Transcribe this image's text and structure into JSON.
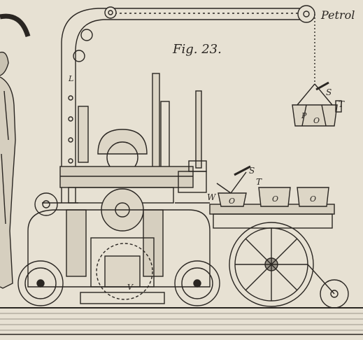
{
  "figure": {
    "title": "Fig. 23.",
    "labels": {
      "petroleum": "Petrol",
      "l": "L",
      "s_hook": "S",
      "t_hook": "T",
      "p": "P",
      "o_hook": "O",
      "s_cart": "S",
      "t_cart": "T",
      "w": "W",
      "o_cart": "O",
      "o_box1": "O",
      "o_box2": "O",
      "v": "V"
    }
  },
  "colors": {
    "paper": "#e7e1d3",
    "ink": "#2a2622",
    "shade": "#9b958a"
  }
}
